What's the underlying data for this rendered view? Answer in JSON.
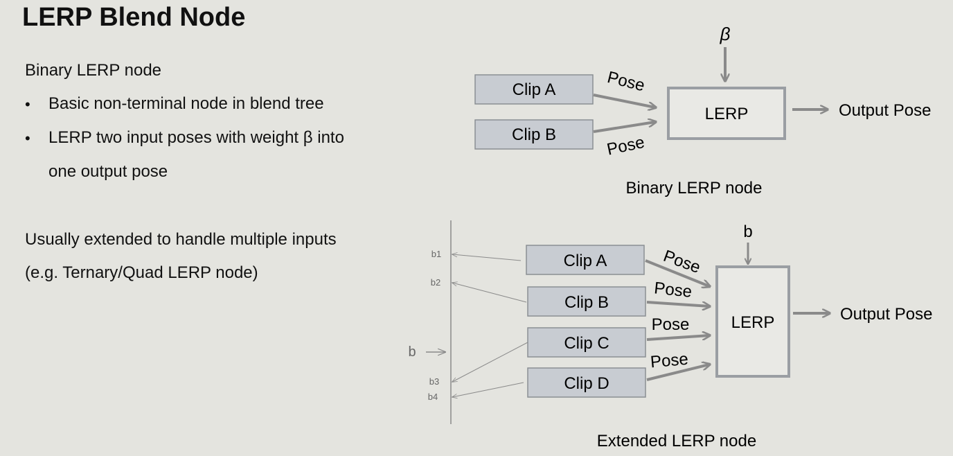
{
  "title": "LERP Blend Node",
  "text": {
    "section1_heading": "Binary LERP node",
    "bullet_symbol": "•",
    "bullet1": "Basic non-terminal node in blend tree",
    "bullet2_line1": "LERP two input poses with weight β into",
    "bullet2_line2": "one output pose",
    "section2_line1": "Usually extended to handle multiple inputs",
    "section2_line2": "(e.g. Ternary/Quad LERP node)"
  },
  "binary_diagram": {
    "weight": "β",
    "clip_a": "Clip A",
    "clip_b": "Clip B",
    "pose_a": "Pose",
    "pose_b": "Pose",
    "lerp": "LERP",
    "output": "Output Pose",
    "caption": "Binary LERP node"
  },
  "extended_diagram": {
    "weight": "b",
    "clips": [
      "Clip A",
      "Clip B",
      "Clip C",
      "Clip D"
    ],
    "poses": [
      "Pose",
      "Pose",
      "Pose",
      "Pose"
    ],
    "lerp": "LERP",
    "output": "Output Pose",
    "caption": "Extended LERP node",
    "axis_input": "b",
    "axis_ticks": [
      "b1",
      "b2",
      "b3",
      "b4"
    ]
  },
  "colors": {
    "box_fill": "#c8ccd2",
    "box_border": "#8a8e93",
    "lerp_fill": "#e9e9e5",
    "arrow": "#8a8a8a"
  }
}
